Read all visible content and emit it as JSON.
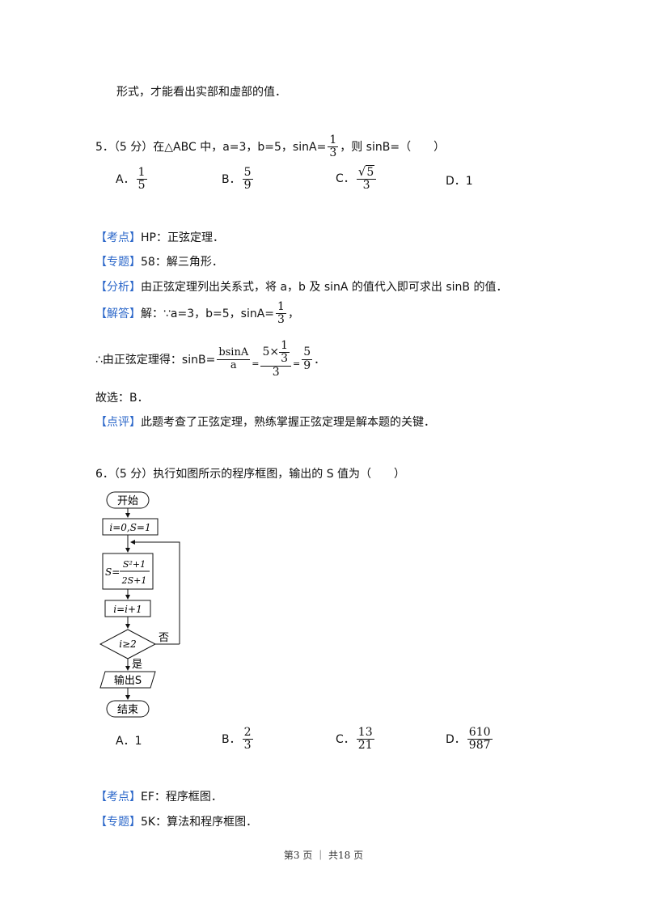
{
  "intro_line": "形式，才能看出实部和虚部的值．",
  "q5": {
    "stem_prefix": "5．（5 分）在△ABC 中，a=3，b=5，sinA=",
    "stem_frac_num": "1",
    "stem_frac_den": "3",
    "stem_suffix": "，则 sinB=（　　）",
    "options": [
      {
        "label": "A．",
        "num": "1",
        "den": "5"
      },
      {
        "label": "B．",
        "num": "5",
        "den": "9"
      },
      {
        "label": "C．",
        "sqrt": "5",
        "den": "3"
      },
      {
        "label": "D．",
        "text": "1"
      }
    ],
    "kaodian_tag": "【考点】",
    "kaodian_text": "HP：正弦定理．",
    "zhuanti_tag": "【专题】",
    "zhuanti_text": "58：解三角形．",
    "fenxi_tag": "【分析】",
    "fenxi_text": "由正弦定理列出关系式，将 a，b 及 sinA 的值代入即可求出 sinB 的值．",
    "jieda_tag": "【解答】",
    "jieda_prefix": "解：∵a=3，b=5，sinA=",
    "jieda_frac_num": "1",
    "jieda_frac_den": "3",
    "jieda_suffix": "，",
    "sol_prefix": "∴由正弦定理得：sinB=",
    "sol_f1_num": "bsinA",
    "sol_f1_den": "a",
    "sol_eq1": "=",
    "sol_f2_num_lead": "5×",
    "sol_f2_inner_num": "1",
    "sol_f2_inner_den": "3",
    "sol_f2_den": "3",
    "sol_eq2": "=",
    "sol_f3_num": "5",
    "sol_f3_den": "9",
    "sol_end": "．",
    "choice_text": "故选：B．",
    "dianping_tag": "【点评】",
    "dianping_text": "此题考查了正弦定理，熟练掌握正弦定理是解本题的关键．"
  },
  "q6": {
    "stem": "6．（5 分）执行如图所示的程序框图，输出的 S 值为（　　）",
    "flow": {
      "start": "开始",
      "init": "i=0,S=1",
      "assign_lhs": "S=",
      "assign_num": "S²+1",
      "assign_den": "2S+1",
      "incr": "i=i+1",
      "cond": "i≥2",
      "no": "否",
      "yes": "是",
      "output": "输出S",
      "end": "结束"
    },
    "options": [
      {
        "label": "A．",
        "text": "1"
      },
      {
        "label": "B．",
        "num": "2",
        "den": "3"
      },
      {
        "label": "C．",
        "num": "13",
        "den": "21"
      },
      {
        "label": "D．",
        "num": "610",
        "den": "987"
      }
    ],
    "kaodian_tag": "【考点】",
    "kaodian_text": "EF：程序框图．",
    "zhuanti_tag": "【专题】",
    "zhuanti_text": "5K：算法和程序框图．"
  },
  "footer": "第3 页 ｜ 共18 页"
}
